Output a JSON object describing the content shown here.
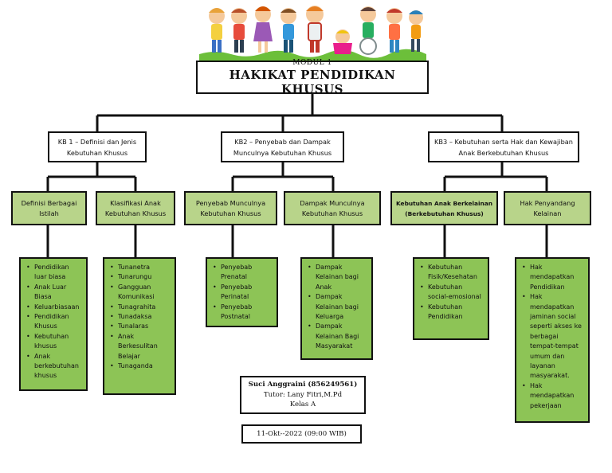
{
  "header": {
    "module": "MODUL 1",
    "title": "HAKIKAT PENDIDIKAN KHUSUS"
  },
  "kb": [
    {
      "label": "KB 1 – Definisi dan Jenis Kebutuhan Khusus"
    },
    {
      "label": "KB2 – Penyebab dan Dampak Munculnya Kebutuhan Khusus"
    },
    {
      "label": "KB3 – Kebutuhan serta Hak dan Kewajiban Anak Berkebutuhan Khusus"
    }
  ],
  "subtopics": [
    {
      "label": "Definisi Berbagai Istilah"
    },
    {
      "label": "Klasifikasi Anak Kebutuhan Khusus"
    },
    {
      "label": "Penyebab Munculnya Kebutuhan Khusus"
    },
    {
      "label": "Dampak Munculnya Kebutuhan Khusus"
    },
    {
      "label": "Kebutuhan Anak Berkelainan (Berkebutuhan Khusus)"
    },
    {
      "label": "Hak Penyandang Kelainan"
    }
  ],
  "details": [
    {
      "items": [
        "Pendidikan luar biasa",
        "Anak Luar Biasa",
        "Keluarbiasaan",
        "Pendidikan Khusus",
        "Kebutuhan khusus",
        "Anak berkebutuhan khusus"
      ]
    },
    {
      "items": [
        "Tunanetra",
        "Tunarungu",
        "Gangguan Komunikasi",
        "Tunagrahita",
        "Tunadaksa",
        "Tunalaras",
        "Anak Berkesulitan Belajar",
        "Tunaganda"
      ]
    },
    {
      "items": [
        "Penyebab Prenatal",
        "Penyebab Perinatal",
        "Penyebab Postnatal"
      ]
    },
    {
      "items": [
        "Dampak Kelainan bagi Anak",
        "Dampak Kelainan bagi Keluarga",
        "Dampak Kelainan Bagi Masyarakat"
      ]
    },
    {
      "items": [
        "Kebutuhan Fisik/Kesehatan",
        "Kebutuhan social-emosional",
        "Kebutuhan Pendidikan"
      ]
    },
    {
      "items": [
        "Hak mendapatkan Pendidikan",
        "Hak mendapatkan jaminan social seperti akses ke berbagai tempat-tempat umum dan layanan masyarakat.",
        "Hak mendapatkan pekerjaan"
      ]
    }
  ],
  "author": {
    "name": "Suci Anggraini (856249561)",
    "tutor": "Tutor: Lany Fitri,M.Pd",
    "kelas": "Kelas A"
  },
  "date": "11-Okt--2022 (09:00 WIB)",
  "colors": {
    "box_light": "#b8d48a",
    "box_leaf": "#8dc456",
    "line": "#111111"
  }
}
